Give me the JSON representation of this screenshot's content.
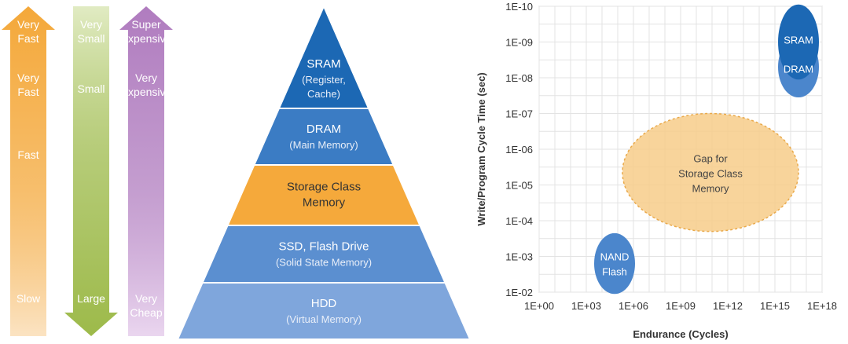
{
  "arrows": [
    {
      "color": "#f4a83a",
      "fade": "#fbe3c2",
      "direction": "up",
      "labels": [
        [
          "Very",
          "Fast"
        ],
        [
          "Very",
          "Fast"
        ],
        [
          "Fast"
        ],
        [
          "Slow"
        ]
      ]
    },
    {
      "color": "#9dba4a",
      "fade": "#e1ebc3",
      "direction": "down",
      "labels": [
        [
          "Very",
          "Small"
        ],
        [
          "Small"
        ],
        [
          "Large"
        ]
      ]
    },
    {
      "color": "#b07cbf",
      "fade": "#ead6ef",
      "direction": "up",
      "labels": [
        [
          "Super",
          "Expensive"
        ],
        [
          "Very",
          "Expensive"
        ],
        [
          "Very",
          "Cheap"
        ]
      ]
    }
  ],
  "pyramid": {
    "levels": [
      {
        "title": [
          "SRAM"
        ],
        "subtitle": [
          "(Register,",
          "Cache)"
        ],
        "color": "#1c68b4"
      },
      {
        "title": [
          "DRAM"
        ],
        "subtitle": [
          "(Main Memory)"
        ],
        "color": "#3b7cc4"
      },
      {
        "title": [
          "Storage Class",
          "Memory"
        ],
        "subtitle": [],
        "color": "#f5a93b"
      },
      {
        "title": [
          "SSD, Flash Drive"
        ],
        "subtitle": [
          "(Solid State Memory)"
        ],
        "color": "#5b8fd0"
      },
      {
        "title": [
          "HDD"
        ],
        "subtitle": [
          "(Virtual Memory)"
        ],
        "color": "#7fa6dc"
      }
    ]
  },
  "chart_data": {
    "type": "scatter",
    "xlabel": "Endurance (Cycles)",
    "ylabel": "Write/Program Cycle Time (sec)",
    "x_ticks": [
      "1E+00",
      "1E+03",
      "1E+06",
      "1E+09",
      "1E+12",
      "1E+15",
      "1E+18"
    ],
    "y_ticks": [
      "1E-10",
      "1E-09",
      "1E-08",
      "1E-07",
      "1E-06",
      "1E-05",
      "1E-04",
      "1E-03",
      "1E-02"
    ],
    "x_log_range": [
      0,
      18
    ],
    "y_log_range": [
      -10,
      -2
    ],
    "grid": true,
    "bubbles": [
      {
        "label": [
          "SRAM"
        ],
        "x_log": 16.5,
        "y_log": -9.0,
        "rx_log": 1.3,
        "ry_log": 1.05,
        "color": "#1c68b4",
        "dashed": false
      },
      {
        "label": [
          "DRAM"
        ],
        "x_log": 16.5,
        "y_log": -8.3,
        "rx_log": 1.3,
        "ry_log": 0.85,
        "color": "#4b86cc",
        "dashed": false
      },
      {
        "label": [
          "Gap for",
          "Storage Class",
          "Memory"
        ],
        "x_log": 10.9,
        "y_log": -5.35,
        "rx_log": 5.6,
        "ry_log": 1.65,
        "color": "#f7cd8a",
        "dashed": true
      },
      {
        "label": [
          "NAND",
          "Flash"
        ],
        "x_log": 4.8,
        "y_log": -2.8,
        "rx_log": 1.3,
        "ry_log": 0.85,
        "color": "#4b86cc",
        "dashed": false
      }
    ]
  }
}
